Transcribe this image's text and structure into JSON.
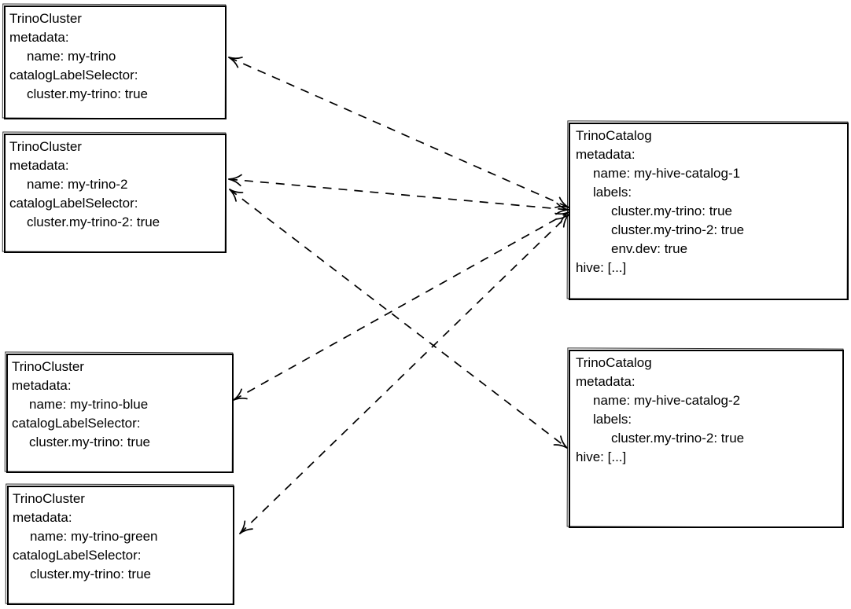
{
  "colors": {
    "stroke": "#000000",
    "background": "#ffffff",
    "text": "#000000"
  },
  "nodes": {
    "cluster1": {
      "kind": "TrinoCluster",
      "lines": [
        "TrinoCluster",
        "metadata:",
        "name: my-trino",
        "catalogLabelSelector:",
        "cluster.my-trino: true"
      ]
    },
    "cluster2": {
      "kind": "TrinoCluster",
      "lines": [
        "TrinoCluster",
        "metadata:",
        "name: my-trino-2",
        "catalogLabelSelector:",
        "cluster.my-trino-2: true"
      ]
    },
    "cluster3": {
      "kind": "TrinoCluster",
      "lines": [
        "TrinoCluster",
        "metadata:",
        "name: my-trino-blue",
        "catalogLabelSelector:",
        "cluster.my-trino: true"
      ]
    },
    "cluster4": {
      "kind": "TrinoCluster",
      "lines": [
        "TrinoCluster",
        "metadata:",
        "name: my-trino-green",
        "catalogLabelSelector:",
        "cluster.my-trino: true"
      ]
    },
    "catalog1": {
      "kind": "TrinoCatalog",
      "lines": [
        "TrinoCatalog",
        "metadata:",
        "name: my-hive-catalog-1",
        "labels:",
        "cluster.my-trino: true",
        "cluster.my-trino-2: true",
        "env.dev: true",
        "hive: [...]"
      ]
    },
    "catalog2": {
      "kind": "TrinoCatalog",
      "lines": [
        "TrinoCatalog",
        "metadata:",
        "name: my-hive-catalog-2",
        "labels:",
        "cluster.my-trino-2: true",
        "hive: [...]"
      ]
    }
  },
  "edges": [
    {
      "from": "catalog1",
      "to": "cluster1",
      "style": "dashed",
      "arrow": "both",
      "points": [
        291,
        73,
        723,
        264
      ]
    },
    {
      "from": "catalog1",
      "to": "cluster2",
      "style": "dashed",
      "arrow": "both",
      "points": [
        291,
        228,
        723,
        267
      ]
    },
    {
      "from": "catalog1",
      "to": "cluster3",
      "style": "dashed",
      "arrow": "both",
      "points": [
        297,
        509,
        723,
        270
      ]
    },
    {
      "from": "catalog1",
      "to": "cluster4",
      "style": "dashed",
      "arrow": "both",
      "points": [
        305,
        679,
        723,
        273
      ]
    },
    {
      "from": "catalog2",
      "to": "cluster2",
      "style": "dashed",
      "arrow": "both",
      "points": [
        292,
        241,
        721,
        570
      ]
    }
  ]
}
